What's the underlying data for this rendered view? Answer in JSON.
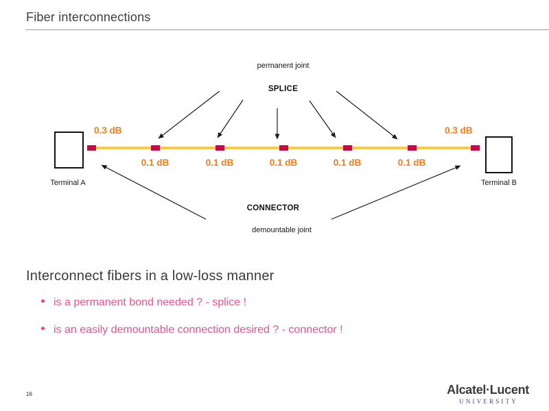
{
  "slide": {
    "title": "Fiber interconnections",
    "page_number": "16"
  },
  "diagram": {
    "top_labels": {
      "permanent_joint": "permanent joint",
      "splice": "SPLICE"
    },
    "bottom_labels": {
      "connector": "CONNECTOR",
      "demountable_joint": "demountable joint"
    },
    "terminal_a": "Terminal A",
    "terminal_b": "Terminal B",
    "connector_losses": [
      {
        "label": "0.3 dB"
      },
      {
        "label": "0.3 dB"
      }
    ],
    "splice_losses": [
      {
        "label": "0.1 dB"
      },
      {
        "label": "0.1 dB"
      },
      {
        "label": "0.1 dB"
      },
      {
        "label": "0.1 dB"
      },
      {
        "label": "0.1 dB"
      }
    ],
    "colors": {
      "fiber": "#F8C943",
      "joint_marker": "#C50A4B",
      "loss_text": "#F07C1E"
    }
  },
  "body": {
    "heading": "Interconnect fibers in a low-loss manner",
    "bullet_color": "#E0558E",
    "bullets": [
      {
        "text": "is a permanent bond needed ? - splice !"
      },
      {
        "text": "is an easily demountable connection desired ? - connector !"
      }
    ]
  },
  "footer": {
    "logo_text": "Alcatel·Lucent",
    "logo_subtext": "UNIVERSITY"
  }
}
